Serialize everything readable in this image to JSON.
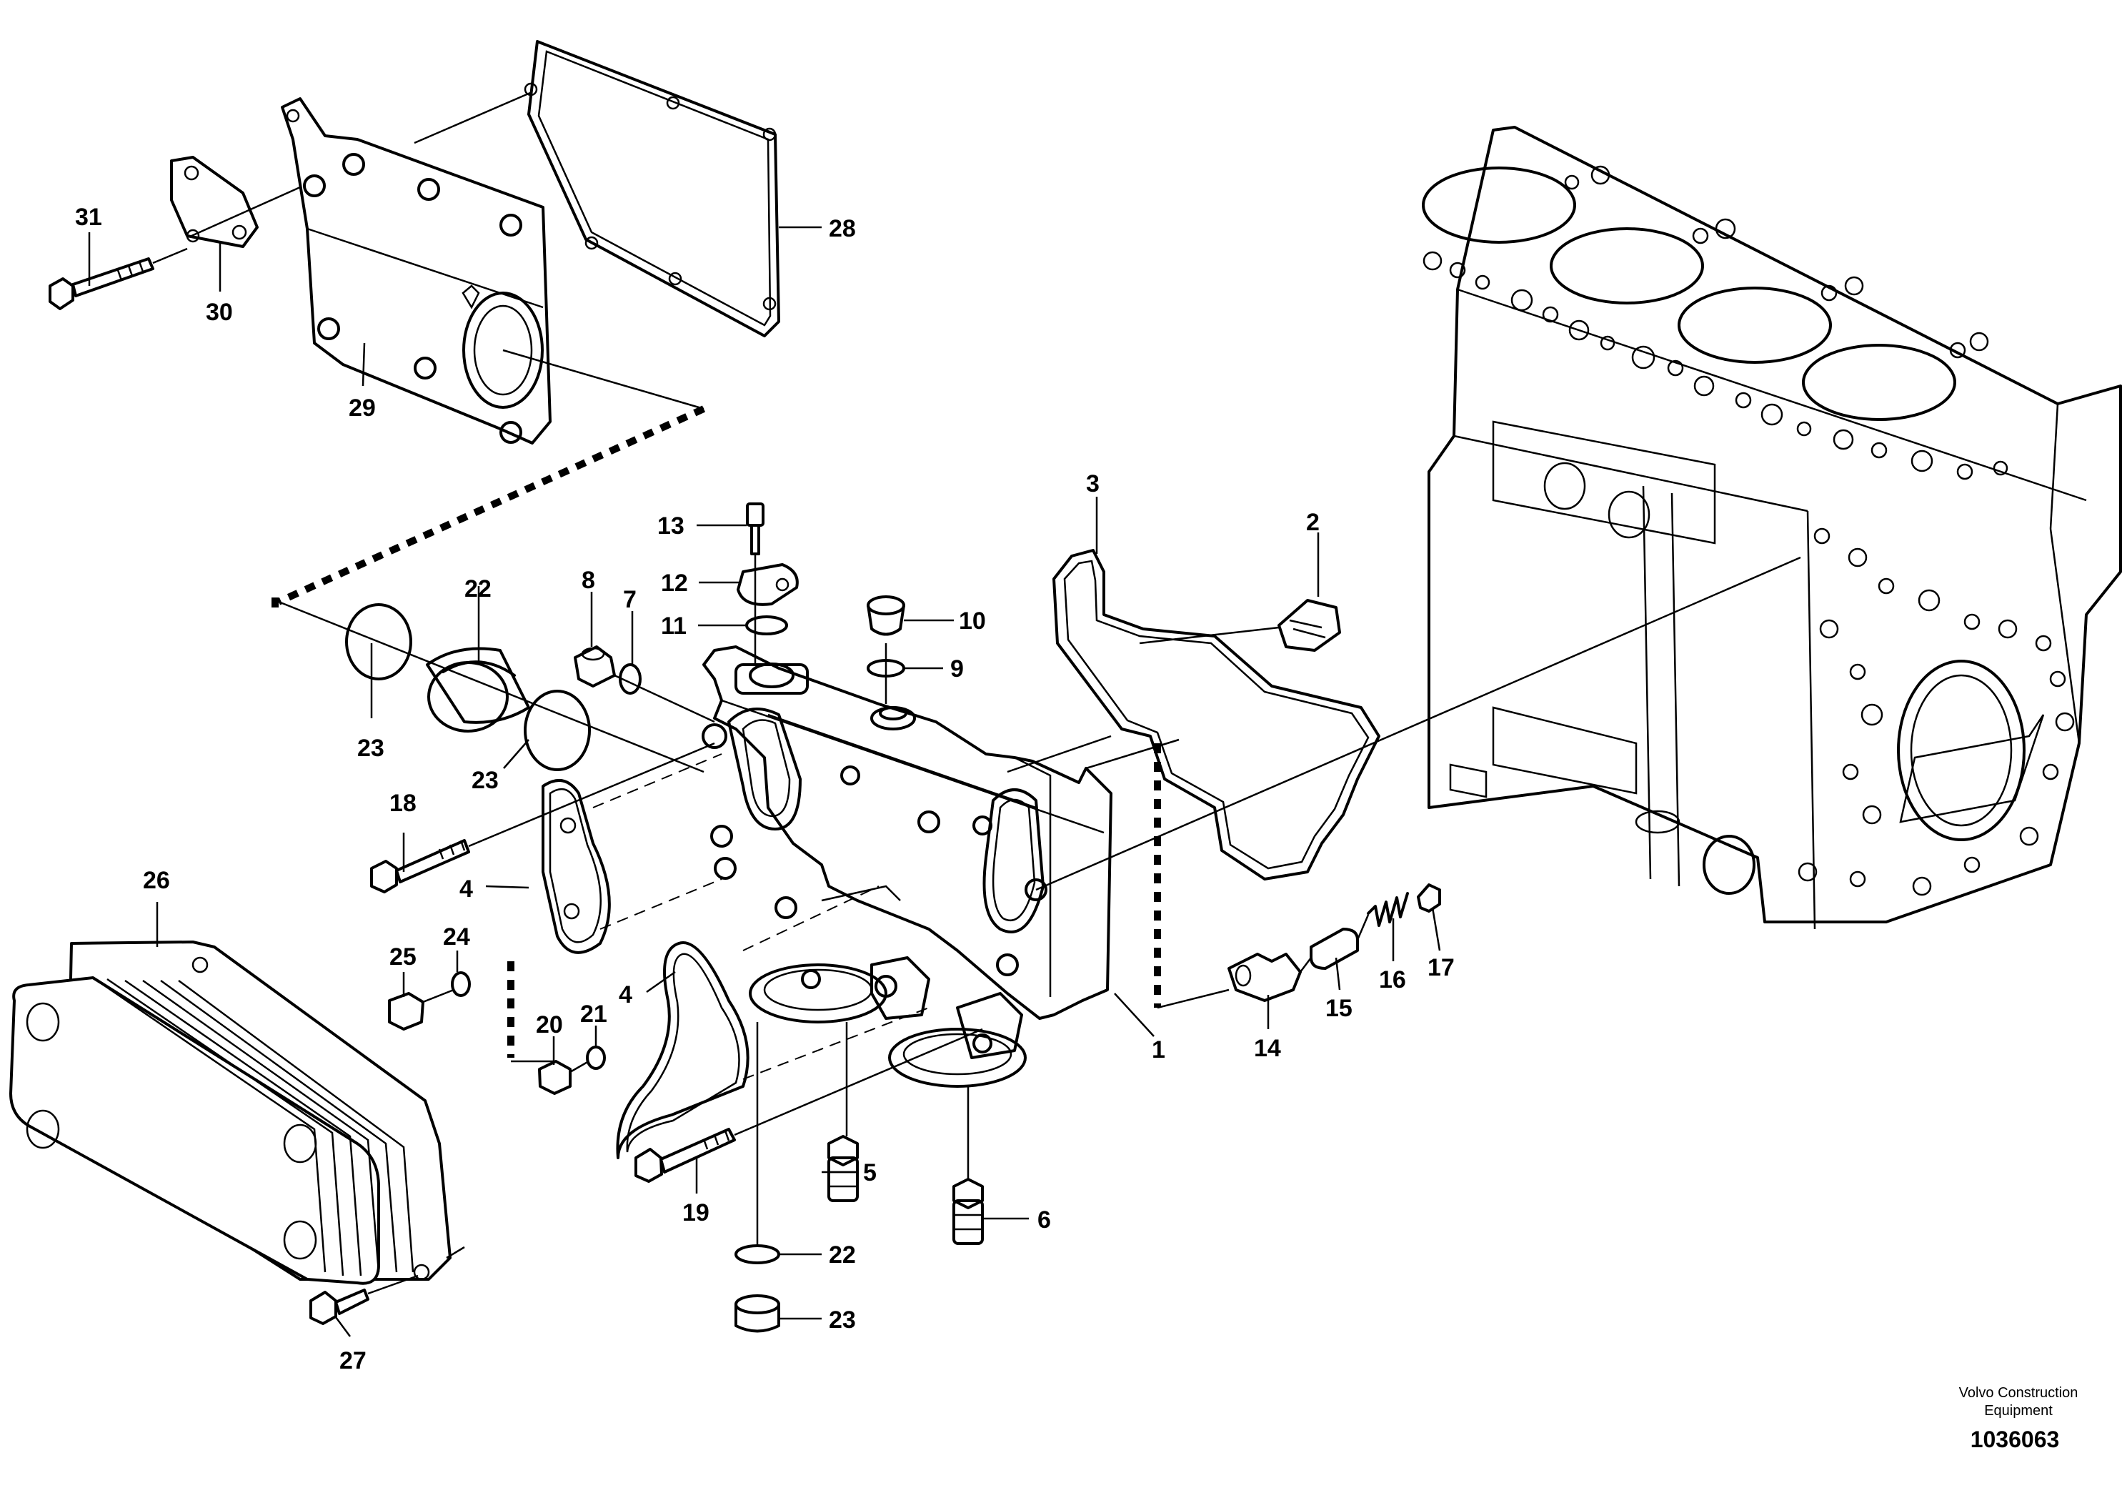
{
  "diagram": {
    "callouts": {
      "c1": "1",
      "c2": "2",
      "c3": "3",
      "c4a": "4",
      "c4b": "4",
      "c5": "5",
      "c6": "6",
      "c7": "7",
      "c8": "8",
      "c9": "9",
      "c10": "10",
      "c11": "11",
      "c12": "12",
      "c13": "13",
      "c14": "14",
      "c15": "15",
      "c16": "16",
      "c17": "17",
      "c18": "18",
      "c19": "19",
      "c20": "20",
      "c21": "21",
      "c22a": "22",
      "c22b": "22",
      "c23a": "23",
      "c23b": "23",
      "c23c": "23",
      "c24": "24",
      "c25": "25",
      "c26": "26",
      "c27": "27",
      "c28": "28",
      "c29": "29",
      "c30": "30",
      "c31": "31"
    }
  },
  "footer": {
    "brand_line1": "Volvo Construction",
    "brand_line2": "Equipment",
    "drawing_number": "1036063"
  }
}
